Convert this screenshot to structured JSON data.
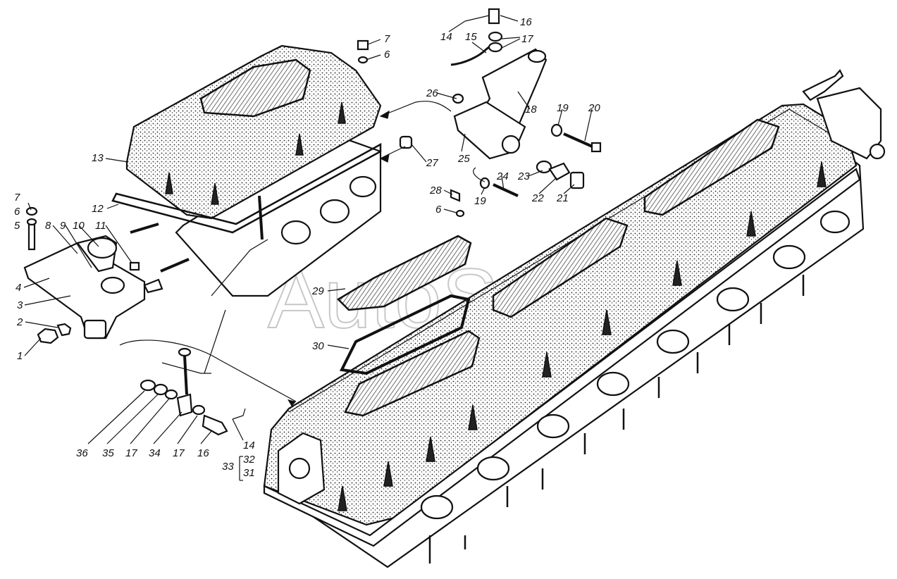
{
  "watermark": "AutoSoft",
  "callouts": [
    {
      "id": "c1",
      "text": "1"
    },
    {
      "id": "c2",
      "text": "2"
    },
    {
      "id": "c3",
      "text": "3"
    },
    {
      "id": "c4",
      "text": "4"
    },
    {
      "id": "c5",
      "text": "5"
    },
    {
      "id": "c6a",
      "text": "6"
    },
    {
      "id": "c7a",
      "text": "7"
    },
    {
      "id": "c8",
      "text": "8"
    },
    {
      "id": "c9",
      "text": "9"
    },
    {
      "id": "c10",
      "text": "10"
    },
    {
      "id": "c11",
      "text": "11"
    },
    {
      "id": "c12",
      "text": "12"
    },
    {
      "id": "c13",
      "text": "13"
    },
    {
      "id": "c7b",
      "text": "7"
    },
    {
      "id": "c6b",
      "text": "6"
    },
    {
      "id": "c14a",
      "text": "14"
    },
    {
      "id": "c15",
      "text": "15"
    },
    {
      "id": "c16a",
      "text": "16"
    },
    {
      "id": "c17a",
      "text": "17"
    },
    {
      "id": "c18",
      "text": "18"
    },
    {
      "id": "c19a",
      "text": "19"
    },
    {
      "id": "c20",
      "text": "20"
    },
    {
      "id": "c26",
      "text": "26"
    },
    {
      "id": "c25",
      "text": "25"
    },
    {
      "id": "c27",
      "text": "27"
    },
    {
      "id": "c24",
      "text": "24"
    },
    {
      "id": "c23",
      "text": "23"
    },
    {
      "id": "c22",
      "text": "22"
    },
    {
      "id": "c21",
      "text": "21"
    },
    {
      "id": "c28",
      "text": "28"
    },
    {
      "id": "c6c",
      "text": "6"
    },
    {
      "id": "c19b",
      "text": "19"
    },
    {
      "id": "c29",
      "text": "29"
    },
    {
      "id": "c30",
      "text": "30"
    },
    {
      "id": "c36",
      "text": "36"
    },
    {
      "id": "c35",
      "text": "35"
    },
    {
      "id": "c17b",
      "text": "17"
    },
    {
      "id": "c34",
      "text": "34"
    },
    {
      "id": "c17c",
      "text": "17"
    },
    {
      "id": "c16b",
      "text": "16"
    },
    {
      "id": "c14b",
      "text": "14"
    },
    {
      "id": "c33",
      "text": "33"
    },
    {
      "id": "c32",
      "text": "32"
    },
    {
      "id": "c31",
      "text": "31"
    }
  ]
}
